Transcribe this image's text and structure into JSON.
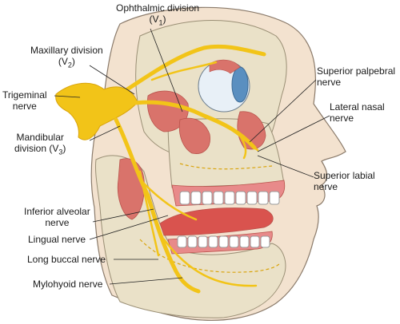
{
  "diagram": {
    "labels": {
      "ophthalmic": {
        "line1": "Ophthalmic division",
        "line2_pre": "(V",
        "line2_sub": "1",
        "line2_post": ")"
      },
      "maxillary": {
        "line1": "Maxillary division",
        "line2_pre": "(V",
        "line2_sub": "2",
        "line2_post": ")"
      },
      "trigeminal": {
        "line1": "Trigeminal",
        "line2": "nerve"
      },
      "mandibular": {
        "line1": "Mandibular",
        "line2_pre": "division (V",
        "line2_sub": "3",
        "line2_post": ")"
      },
      "superior_palpebral": {
        "line1": "Superior palpebral",
        "line2": "nerve"
      },
      "lateral_nasal": {
        "line1": "Lateral nasal",
        "line2": "nerve"
      },
      "superior_labial": {
        "line1": "Superior labial",
        "line2": "nerve"
      },
      "inferior_alveolar": {
        "line1": "Inferior alveolar",
        "line2": "nerve"
      },
      "lingual": {
        "line1": "Lingual nerve"
      },
      "long_buccal": {
        "line1": "Long buccal nerve"
      },
      "mylohyoid": {
        "line1": "Mylohyoid nerve"
      }
    },
    "colors": {
      "skin": "#f3e2cf",
      "skin_outline": "#8a7a6a",
      "bone": "#eae1c8",
      "bone_outline": "#9a8f75",
      "nerve": "#f2c418",
      "nerve_dark": "#d9a40c",
      "muscle": "#d9736b",
      "muscle_dark": "#b9524b",
      "gum": "#e88a8a",
      "tongue": "#d9534e",
      "teeth": "#ffffff",
      "eye_iris": "#5a8fc0",
      "leader": "#222222"
    }
  }
}
